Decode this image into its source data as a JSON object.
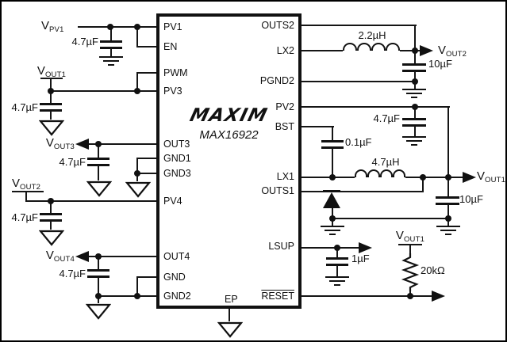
{
  "chip": {
    "brand": "MAXIM",
    "part": "MAX16922",
    "pins_left": [
      "PV1",
      "EN",
      "PWM",
      "PV3",
      "OUT3",
      "GND1",
      "GND3",
      "PV4",
      "OUT4",
      "GND",
      "GND2"
    ],
    "pins_right": [
      "OUTS2",
      "LX2",
      "PGND2",
      "PV2",
      "BST",
      "LX1",
      "OUTS1",
      "LSUP",
      "RESET"
    ],
    "pin_bottom": "EP"
  },
  "nets": {
    "v_pv1": {
      "base": "V",
      "sub": "PV1"
    },
    "v_out1": {
      "base": "V",
      "sub": "OUT1"
    },
    "v_out2": {
      "base": "V",
      "sub": "OUT2"
    },
    "v_out3": {
      "base": "V",
      "sub": "OUT3"
    },
    "v_out4": {
      "base": "V",
      "sub": "OUT4"
    }
  },
  "components": {
    "c_pv1": "4.7µF",
    "c_pv3": "4.7µF",
    "c_out3": "4.7µF",
    "c_pv4": "4.7µF",
    "c_out4": "4.7µF",
    "l_out2": "2.2µH",
    "c_out2": "10µF",
    "c_pv2": "4.7µF",
    "c_bst": "0.1µF",
    "l_out1": "4.7µH",
    "c_out1": "10µF",
    "c_lsup": "1µF",
    "r_reset": "20kΩ"
  }
}
